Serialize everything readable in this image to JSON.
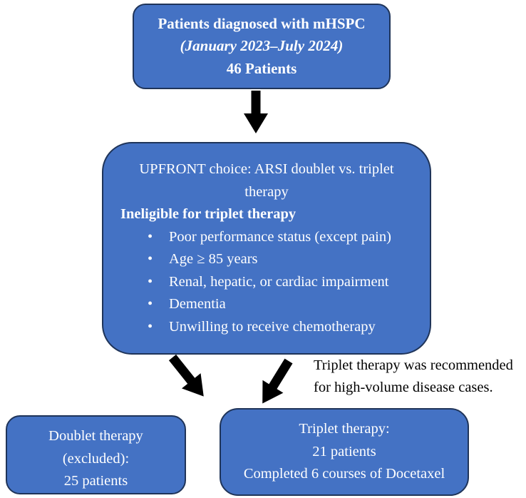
{
  "colors": {
    "box_fill": "#4472C4",
    "box_border": "#1F3459",
    "box_text": "#FFFFFF",
    "arrow": "#000000",
    "annotation_text": "#000000",
    "background": "#FFFFFF"
  },
  "top_box": {
    "title": "Patients diagnosed with mHSPC",
    "subtitle": "(January 2023–July 2024)",
    "count": "46 Patients"
  },
  "middle_box": {
    "heading_line1": "UPFRONT choice: ARSI doublet vs. triplet",
    "heading_line2": "therapy",
    "subheading": "Ineligible for triplet therapy",
    "bullets": [
      "Poor performance status (except pain)",
      "Age ≥ 85 years",
      "Renal, hepatic, or cardiac impairment",
      "Dementia",
      "Unwilling to receive chemotherapy"
    ]
  },
  "annotation": {
    "line1": "Triplet therapy was recommended",
    "line2": "for high-volume disease cases."
  },
  "left_box": {
    "line1": "Doublet therapy",
    "line2": "(excluded):",
    "line3": "25 patients"
  },
  "right_box": {
    "line1": "Triplet therapy:",
    "line2": "21 patients",
    "line3": "Completed 6 courses of Docetaxel"
  }
}
